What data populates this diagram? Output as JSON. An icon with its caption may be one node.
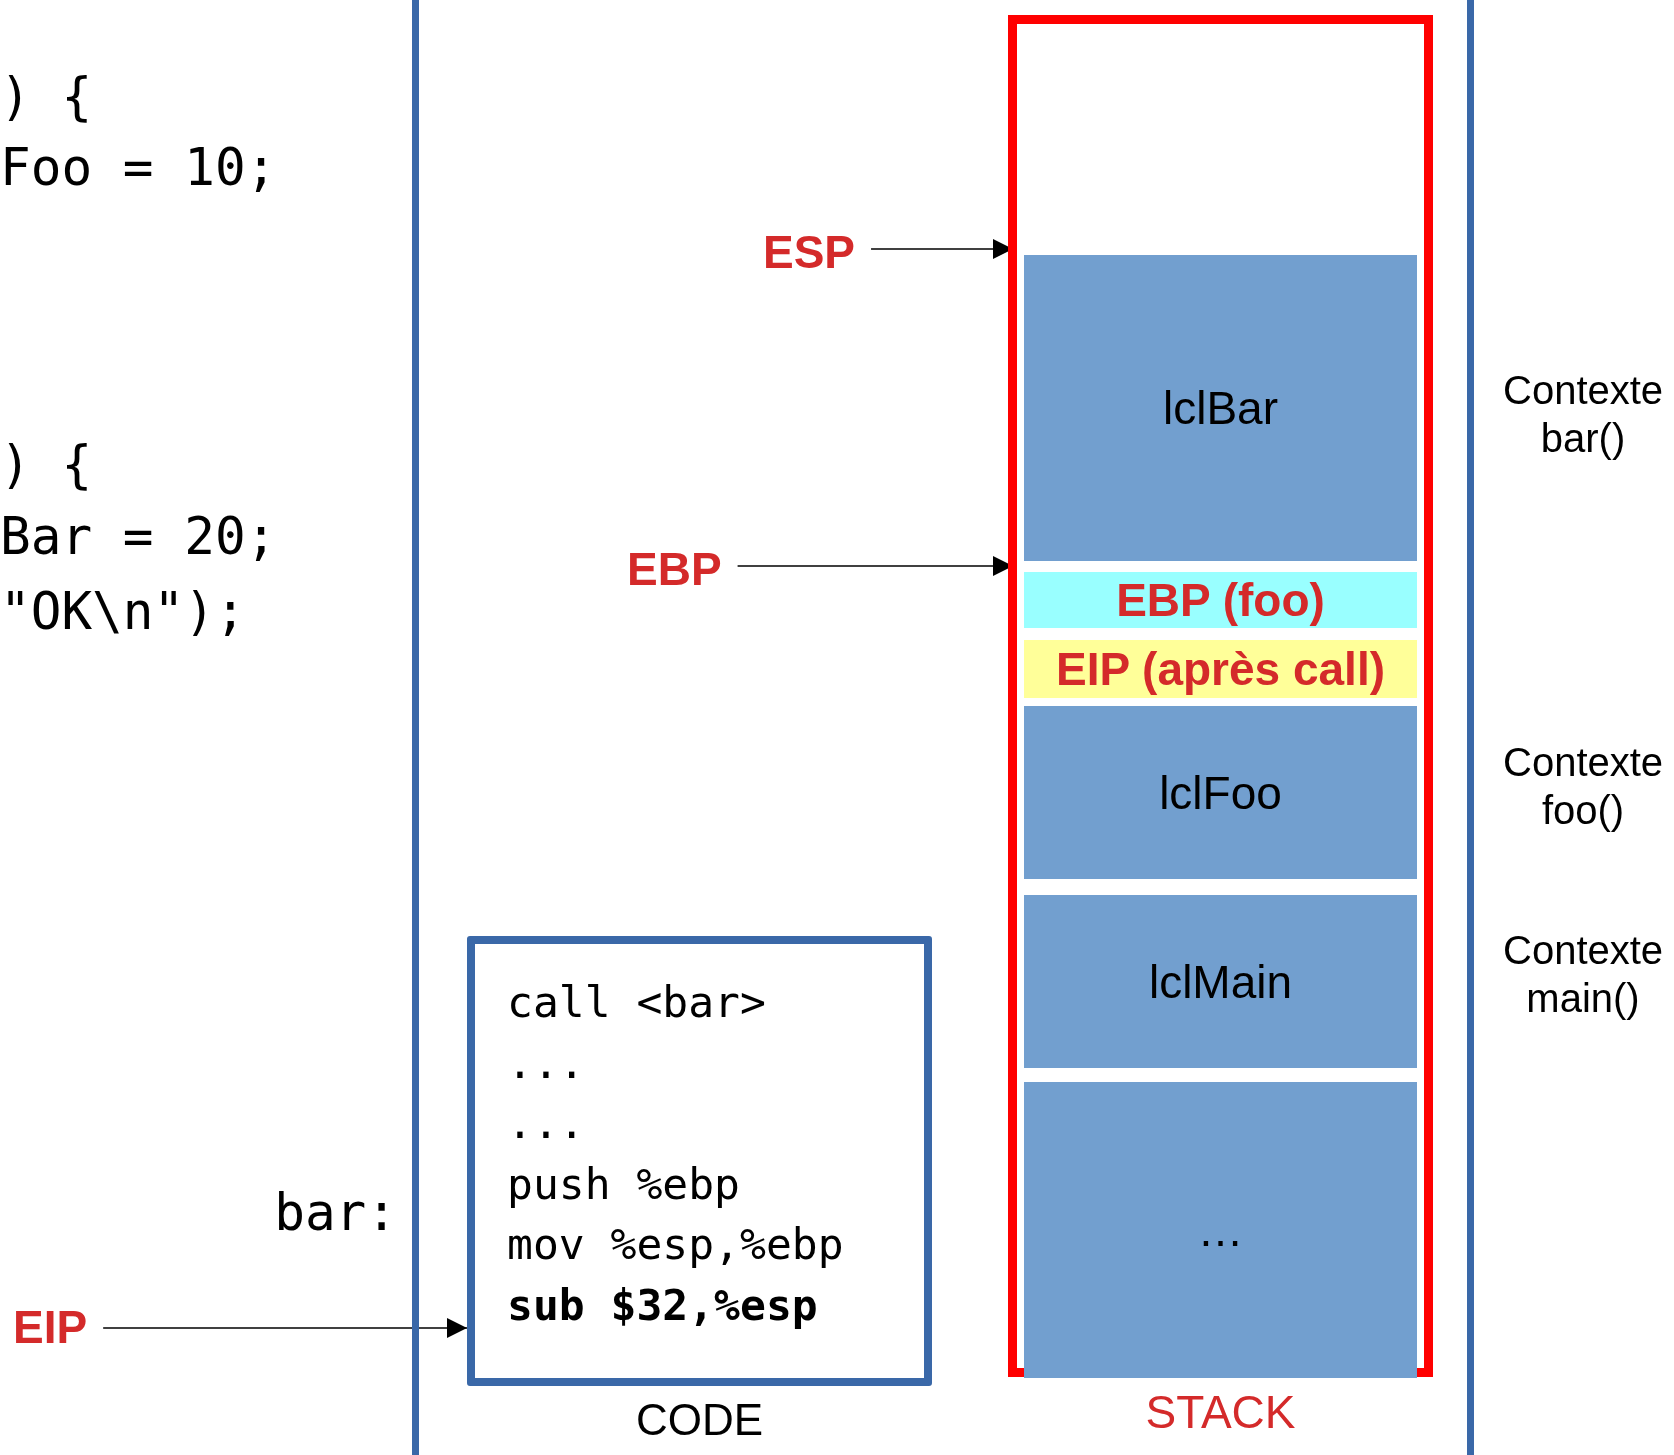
{
  "diagram": {
    "nodes": [
      {
        "text": [
          "ESP"
        ]
      },
      {
        "text": [
          "EBP"
        ]
      },
      {
        "text": [
          "EIP"
        ]
      },
      {
        "text": [
          "call <bar>",
          "...",
          "...",
          "push %ebp",
          "mov %esp,%ebp",
          "sub $32,%esp",
          "CODE"
        ]
      },
      {
        "text": [
          "STACK"
        ]
      },
      {
        "text": [
          "lclBar"
        ],
        "in": 4
      },
      {
        "text": [
          "EBP (foo)"
        ],
        "in": 4
      },
      {
        "text": [
          "EIP (après call)"
        ],
        "in": 4
      },
      {
        "text": [
          "lclFoo"
        ],
        "in": 4
      },
      {
        "text": [
          "lclMain"
        ],
        "in": 4
      },
      {
        "text": [
          "…"
        ],
        "in": 4
      }
    ],
    "edges": [
      {
        "from": 0,
        "to": 5,
        "arrow": "to"
      },
      {
        "from": 1,
        "to": 6,
        "arrow": "to"
      },
      {
        "from": 2,
        "to": 3,
        "arrow": "to"
      }
    ],
    "labels": [
      ") {",
      "Foo = 10;",
      ") {",
      "Bar = 20;",
      "\"OK\\n\");",
      "Contexte bar()",
      "bar:",
      "Contexte foo()",
      "Contexte main()"
    ]
  }
}
